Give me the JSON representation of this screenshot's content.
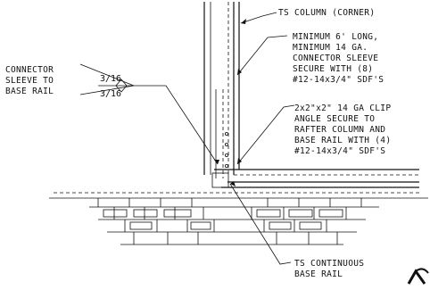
{
  "labels": {
    "ts_column": "TS COLUMN (CORNER)",
    "sleeve": [
      "MINIMUM 6' LONG,",
      "MINIMUM 14 GA.",
      "CONNECTOR SLEEVE",
      "SECURE WITH (8)",
      "#12-14x3/4\" SDF'S"
    ],
    "clip_angle": [
      "2x2\"x2\" 14 GA CLIP",
      "ANGLE SECURE TO",
      "RAFTER COLUMN AND",
      "BASE RAIL WITH (4)",
      "#12-14x3/4\" SDF'S"
    ],
    "connector": [
      "CONNECTOR",
      "SLEEVE TO",
      "BASE RAIL"
    ],
    "weld_top": "3/16",
    "weld_bottom": "3/16",
    "base_rail": [
      "TS CONTINUOUS",
      "BASE RAIL"
    ]
  },
  "icons": {
    "corner": "corner-arrow-icon"
  }
}
